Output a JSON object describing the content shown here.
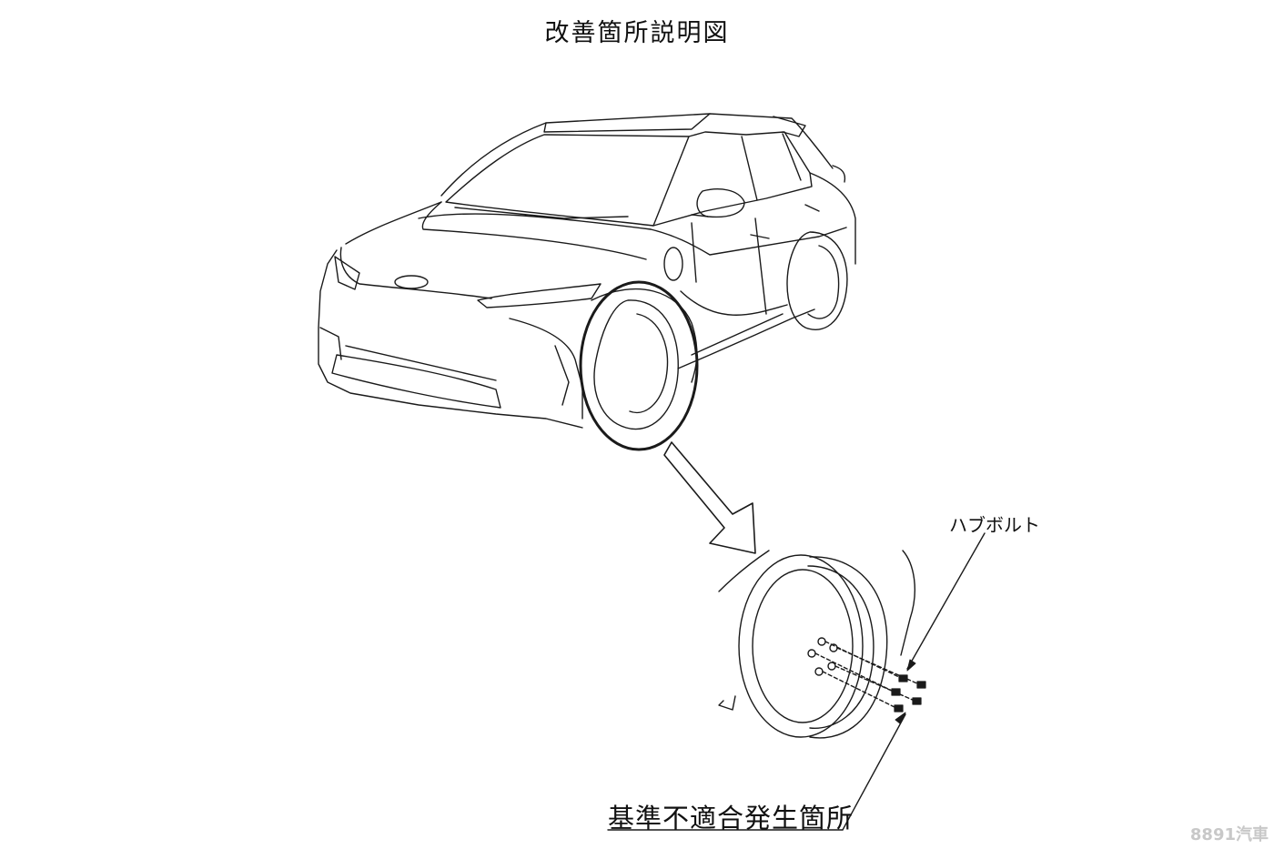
{
  "title": "改善箇所説明図",
  "labels": {
    "hub_bolt": "ハブボルト",
    "nonconformity": "基準不適合発生箇所"
  },
  "watermark": "8891汽車",
  "colors": {
    "line": "#1a1a1a",
    "background": "#ffffff",
    "watermark": "#c8c8c8"
  }
}
